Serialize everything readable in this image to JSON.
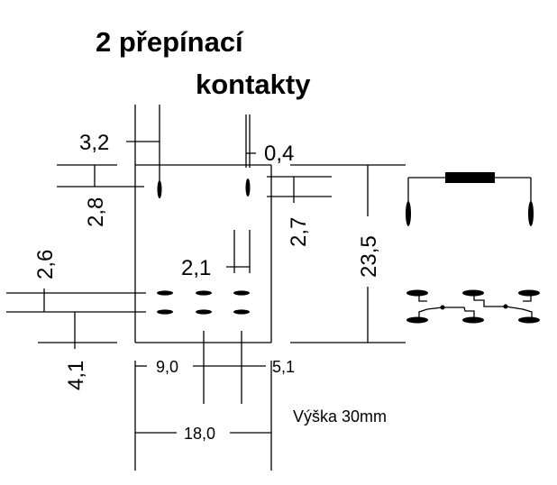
{
  "title": {
    "line1": "2 přepínací",
    "line2": "kontakty"
  },
  "dimensions": {
    "pin_offset_top": "3,2",
    "pin_width": "0,4",
    "pin_row_top": "2,8",
    "pin_row_right": "2,7",
    "body_height": "23,5",
    "pin_spacing_small": "2,1",
    "row_spacing": "2,6",
    "bottom_offset": "4,1",
    "half_width": "9,0",
    "right_offset": "5,1",
    "body_width": "18,0"
  },
  "note": "Výška 30mm",
  "colors": {
    "ink": "#000000",
    "background": "#ffffff"
  }
}
